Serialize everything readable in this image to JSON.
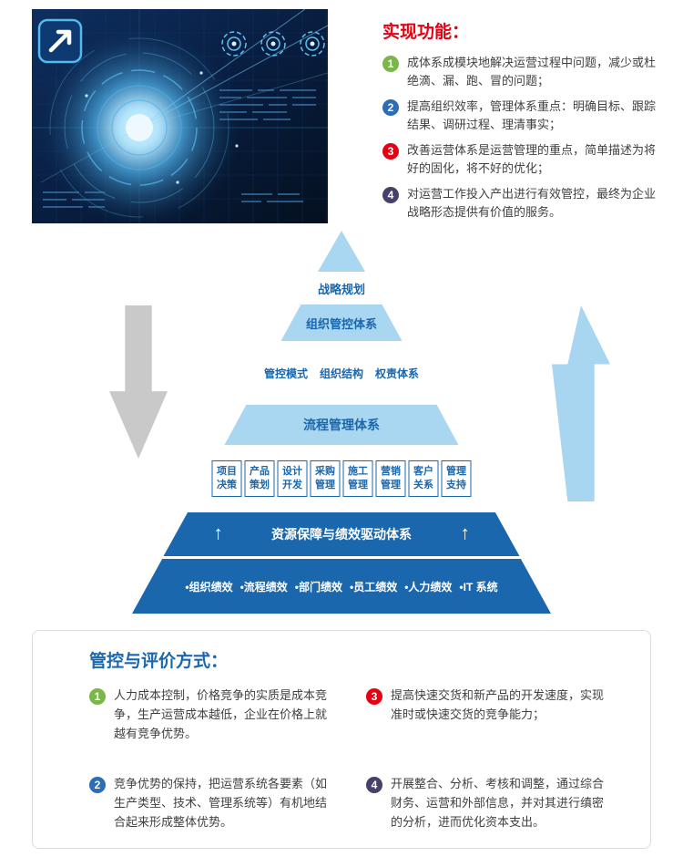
{
  "colors": {
    "red": "#e60012",
    "green": "#7ab648",
    "blue": "#2d6db5",
    "dark_navy": "#46406b",
    "light_blue_band": "#a9d6f1",
    "dark_blue_band": "#1b67ad",
    "gray_arrow": "#c9c9c9",
    "light_blue_arrow": "#a8d5f0"
  },
  "features": {
    "title": "实现功能：",
    "items": [
      {
        "num": "1",
        "color": "#7ab648",
        "text": "成体系成模块地解决运营过程中问题，减少或杜绝滴、漏、跑、冒的问题；"
      },
      {
        "num": "2",
        "color": "#2d6db5",
        "text": "提高组织效率，管理体系重点：明确目标、跟踪结果、调研过程、理清事实；"
      },
      {
        "num": "3",
        "color": "#e60012",
        "text": "改善运营体系是运营管理的重点，简单描述为将好的固化，将不好的优化；"
      },
      {
        "num": "4",
        "color": "#46406b",
        "text": "对运营工作投入产出进行有效管控，最终为企业战略形态提供有价值的服务。"
      }
    ]
  },
  "pyramid": {
    "strategy": "战略规划",
    "org": "组织管控体系",
    "modes": [
      "管控模式",
      "组织结构",
      "权责体系"
    ],
    "process": "流程管理体系",
    "boxes": [
      [
        "项目",
        "决策"
      ],
      [
        "产品",
        "策划"
      ],
      [
        "设计",
        "开发"
      ],
      [
        "采购",
        "管理"
      ],
      [
        "施工",
        "管理"
      ],
      [
        "营销",
        "管理"
      ],
      [
        "客户",
        "关系"
      ],
      [
        "管理",
        "支持"
      ]
    ],
    "resource": "资源保障与绩效驱动体系",
    "bullets": [
      "•组织绩效",
      "•流程绩效",
      "•部门绩效",
      "•员工绩效",
      "•人力绩效",
      "•IT 系统"
    ],
    "up_glyph": "↑"
  },
  "evaluation": {
    "title": "管控与评价方式：",
    "items": [
      {
        "num": "1",
        "color": "#7ab648",
        "text": "人力成本控制，价格竞争的实质是成本竞争，生产运营成本越低，企业在价格上就越有竞争优势。"
      },
      {
        "num": "2",
        "color": "#2d6db5",
        "text": "竞争优势的保持，把运营系统各要素（如生产类型、技术、管理系统等）有机地结合起来形成整体优势。"
      },
      {
        "num": "3",
        "color": "#e60012",
        "text": "提高快速交货和新产品的开发速度，实现准时或快速交货的竞争能力；"
      },
      {
        "num": "4",
        "color": "#46406b",
        "text": "开展整合、分析、考核和调整，通过综合财务、运营和外部信息，并对其进行缜密的分析，进而优化资本支出。"
      }
    ]
  }
}
